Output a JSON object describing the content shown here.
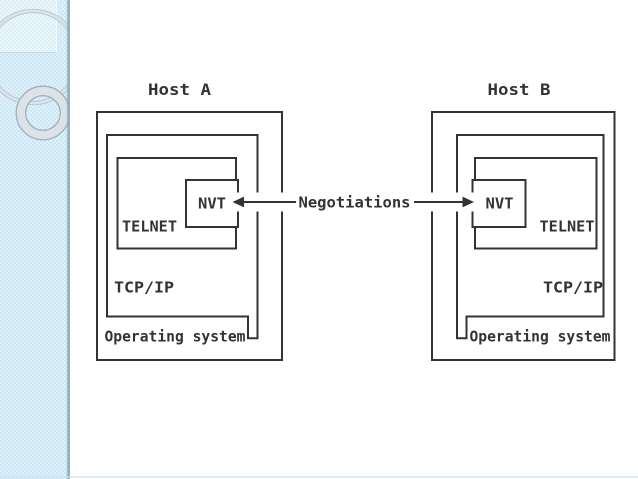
{
  "slide": {
    "colors": {
      "diagram_line": "#333333",
      "accent_strip": "#cbe7f5",
      "strip_edge": "#8aa5b7"
    }
  },
  "diagram": {
    "negotiations_label": "Negotiations",
    "hosts": [
      {
        "title": "Host A",
        "nvt_label": "NVT",
        "telnet_label": "TELNET",
        "tcpip_label": "TCP/IP",
        "os_label": "Operating system"
      },
      {
        "title": "Host B",
        "nvt_label": "NVT",
        "telnet_label": "TELNET",
        "tcpip_label": "TCP/IP",
        "os_label": "Operating system"
      }
    ]
  }
}
